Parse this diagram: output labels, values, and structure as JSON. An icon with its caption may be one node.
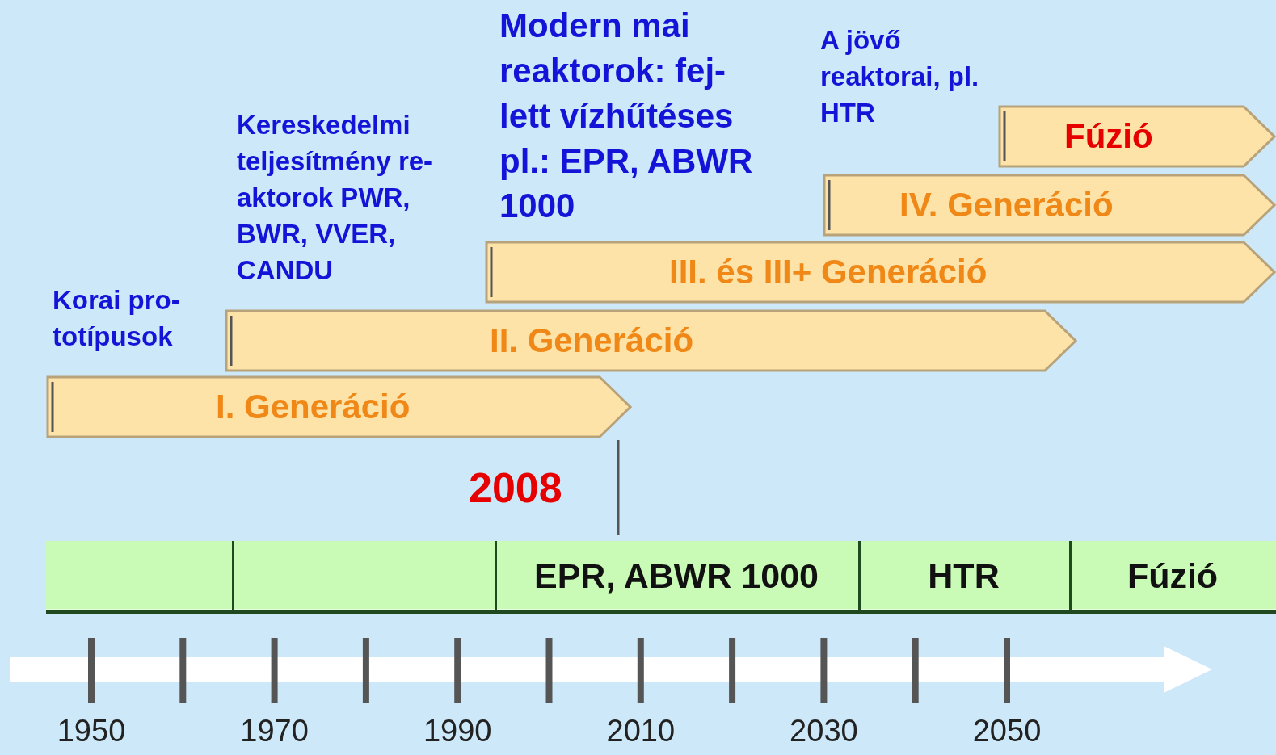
{
  "diagram": {
    "nodes": [
      {
        "text": [
          "I. Generáció"
        ],
        "beside": [
          "Korai pro- totípusok"
        ]
      },
      {
        "text": [
          "II. Generáció"
        ],
        "beside": [
          "Kereskedelmi teljesítmény re- aktorok PWR, BWR, VVER, CANDU"
        ]
      },
      {
        "text": [
          "III. és III+ Generáció"
        ]
      },
      {
        "text": [
          "IV. Generáció"
        ]
      },
      {
        "text": [
          "Fúzió"
        ]
      },
      {
        "text": [],
        "shape": "bar"
      },
      {
        "text": [],
        "shape": "box",
        "in": 5
      },
      {
        "text": [],
        "shape": "box",
        "in": 5
      },
      {
        "text": [
          "EPR, ABWR 1000"
        ],
        "in": 5
      },
      {
        "text": [
          "HTR"
        ],
        "in": 5
      },
      {
        "text": [
          "Fúzió"
        ],
        "in": 5
      }
    ],
    "labels": [
      "Modern mai reaktorok: fej- lett vízhűtéses pl.: EPR, ABWR 1000",
      "A jövő reaktorai, pl. HTR",
      "2008",
      "1950",
      "1970",
      "1990",
      "2010",
      "2030",
      "2050"
    ]
  }
}
